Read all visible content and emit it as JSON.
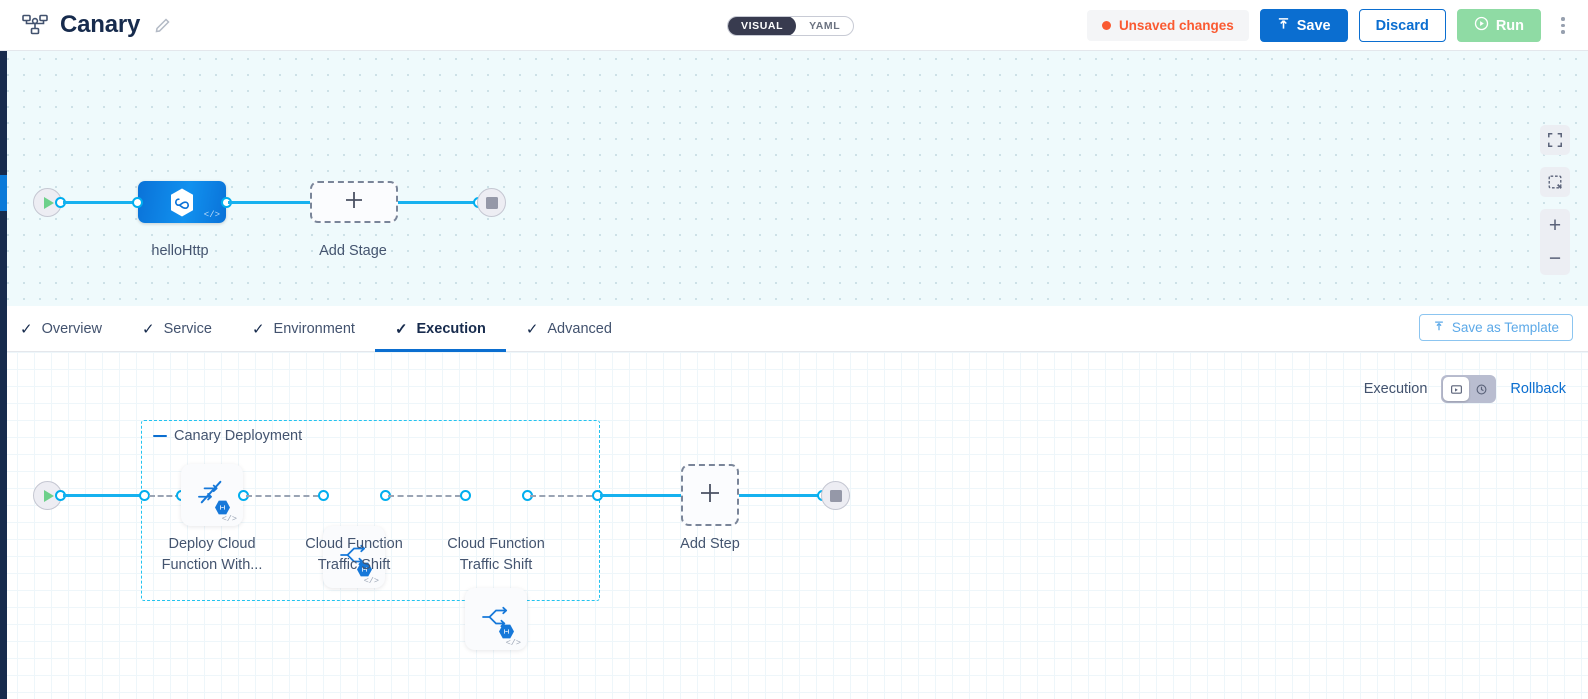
{
  "header": {
    "pipeline_icon": "pipeline-icon",
    "title": "Canary",
    "edit_icon": "pencil-icon",
    "view_toggle": {
      "visual": "VISUAL",
      "yaml": "YAML",
      "selected": "VISUAL"
    },
    "unsaved_label": "Unsaved changes",
    "save_label": "Save",
    "discard_label": "Discard",
    "run_label": "Run",
    "menu_icon": "kebab-menu-icon",
    "accent_blue": "#0b6ed0",
    "unsaved_orange": "#fa5a32",
    "run_green": "#8fdba4"
  },
  "stage_canvas": {
    "start_icon": "play-icon",
    "end_icon": "stop-icon",
    "stage": {
      "label": "helloHttp",
      "icon": "infinity-hexagon-icon",
      "code_badge": "</>"
    },
    "add_stage": {
      "label": "Add Stage",
      "icon": "plus-icon"
    },
    "controls": [
      {
        "name": "fit-to-screen-icon"
      },
      {
        "name": "selection-box-icon"
      },
      {
        "name": "zoom-in-icon",
        "glyph": "+"
      },
      {
        "name": "zoom-out-icon",
        "glyph": "−"
      }
    ]
  },
  "tabs": {
    "items": [
      {
        "label": "Overview",
        "checked": true,
        "active": false
      },
      {
        "label": "Service",
        "checked": true,
        "active": false
      },
      {
        "label": "Environment",
        "checked": true,
        "active": false
      },
      {
        "label": "Execution",
        "checked": true,
        "active": true
      },
      {
        "label": "Advanced",
        "checked": true,
        "active": false
      }
    ],
    "check_glyph": "✓",
    "save_template_label": "Save as Template",
    "save_template_icon": "template-upload-icon"
  },
  "execution": {
    "exec_label": "Execution",
    "toggle": [
      {
        "name": "execution-view-icon",
        "selected": true
      },
      {
        "name": "rollback-view-icon",
        "selected": false
      }
    ],
    "rollback_label": "Rollback",
    "group": {
      "label": "Canary Deployment",
      "collapse_icon": "collapse-dash-icon"
    },
    "steps": [
      {
        "label": "Deploy Cloud Function With...",
        "icon": "deploy-function-icon",
        "badge": "[-]",
        "code_badge": "</>"
      },
      {
        "label": "Cloud Function Traffic Shift",
        "icon": "traffic-shift-icon",
        "badge": "[-]",
        "code_badge": "</>"
      },
      {
        "label": "Cloud Function Traffic Shift",
        "icon": "traffic-shift-icon",
        "badge": "[-]",
        "code_badge": "</>"
      }
    ],
    "add_step": {
      "label": "Add Step",
      "icon": "plus-icon"
    },
    "start_icon": "play-icon",
    "end_icon": "stop-icon"
  }
}
